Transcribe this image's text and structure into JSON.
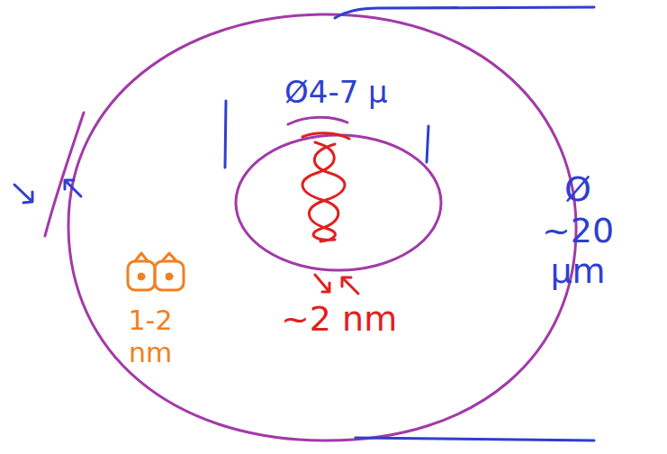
{
  "diagram": {
    "labels": [
      "Ø4-7 µ",
      "Ø ~20 µm",
      "1-2 nm",
      "~2 nm"
    ]
  }
}
